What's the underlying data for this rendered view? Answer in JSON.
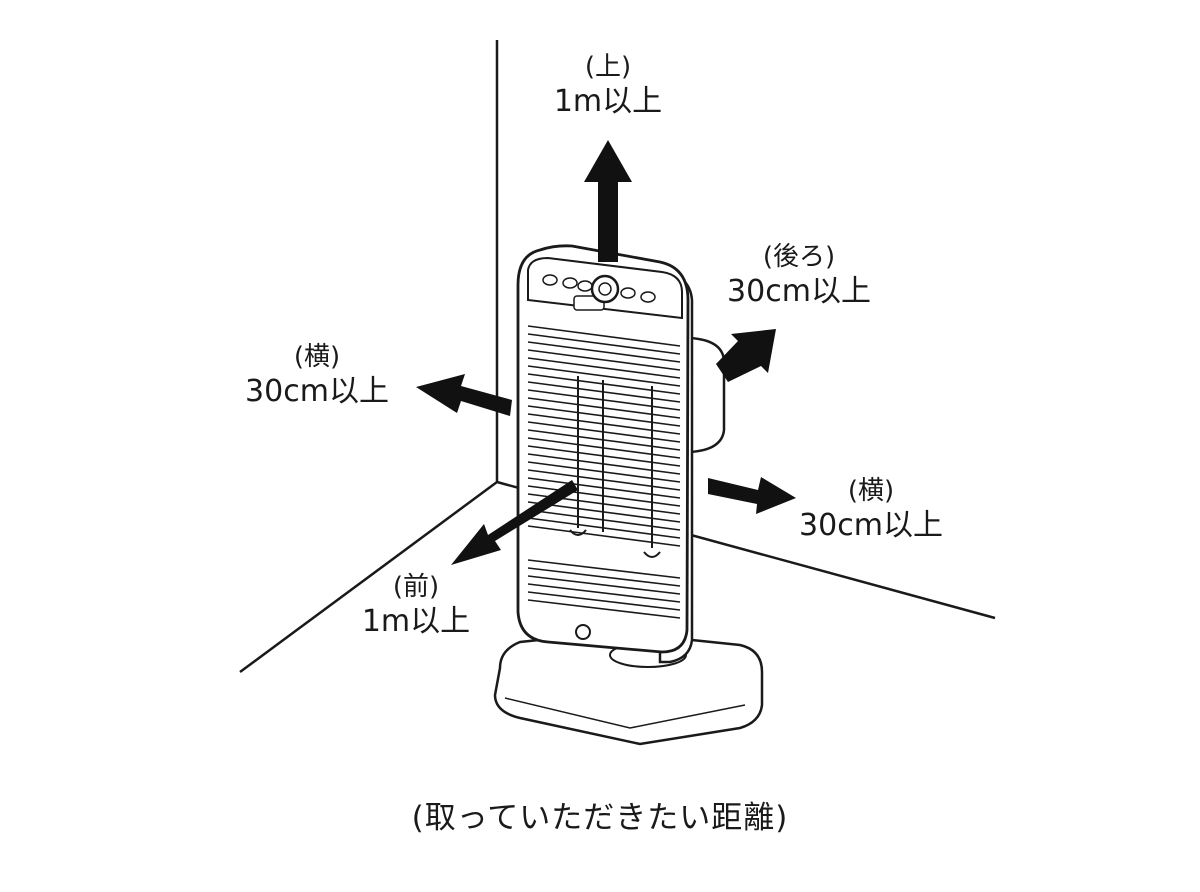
{
  "labels": {
    "up": {
      "direction": "(上)",
      "distance": "1m以上"
    },
    "back": {
      "direction": "(後ろ)",
      "distance": "30cm以上"
    },
    "left": {
      "direction": "(横)",
      "distance": "30cm以上"
    },
    "right": {
      "direction": "(横)",
      "distance": "30cm以上"
    },
    "front": {
      "direction": "(前)",
      "distance": "1m以上"
    }
  },
  "caption": "(取っていただきたい距離)",
  "colors": {
    "line": "#1a1a1a",
    "arrow": "#111111",
    "body": "#ffffff",
    "background": "#ffffff"
  }
}
